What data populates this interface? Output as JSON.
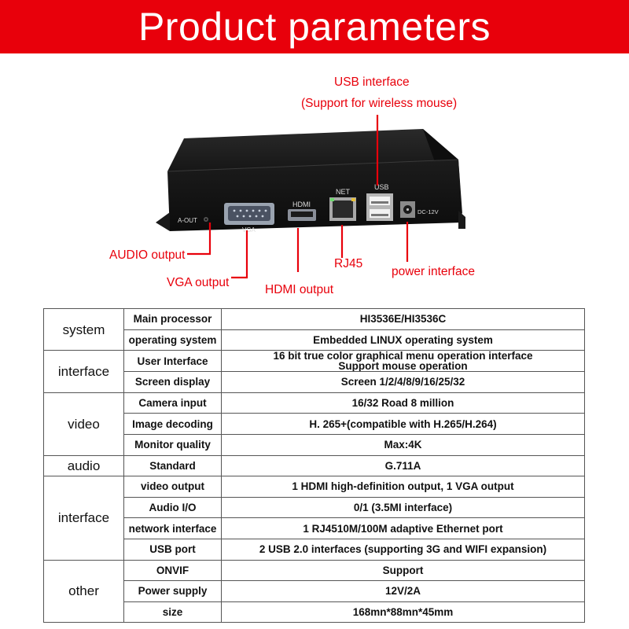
{
  "banner": {
    "title": "Product parameters"
  },
  "device": {
    "labels": {
      "a_out": "A-OUT",
      "vga": "VGA",
      "hdmi": "HDMI",
      "net": "NET",
      "usb": "USB",
      "dc": "DC-12V"
    }
  },
  "callouts": {
    "usb_interface": "USB interface",
    "usb_note": "(Support for wireless mouse)",
    "audio_output": "AUDIO output",
    "vga_output": "VGA output",
    "hdmi_output": "HDMI output",
    "rj45": "RJ45",
    "power_interface": "power interface"
  },
  "colors": {
    "accent": "#e8000b",
    "border": "#555555"
  },
  "spec_table": {
    "groups": [
      {
        "category": "system",
        "rows": [
          {
            "param": "Main processor",
            "value": [
              "HI3536E/HI3536C"
            ]
          },
          {
            "param": "operating system",
            "value": [
              "Embedded LINUX operating system"
            ]
          }
        ]
      },
      {
        "category": "interface",
        "rows": [
          {
            "param": "User Interface",
            "value": [
              "16 bit true color graphical menu operation interface",
              "Support mouse operation"
            ]
          },
          {
            "param": "Screen display",
            "value": [
              "Screen 1/2/4/8/9/16/25/32"
            ]
          }
        ]
      },
      {
        "category": "video",
        "rows": [
          {
            "param": "Camera input",
            "value": [
              "16/32 Road 8 million"
            ]
          },
          {
            "param": "Image decoding",
            "value": [
              "H. 265+(compatible with H.265/H.264)"
            ]
          },
          {
            "param": "Monitor quality",
            "value": [
              "Max:4K"
            ]
          }
        ]
      },
      {
        "category": "audio",
        "rows": [
          {
            "param": "Standard",
            "value": [
              "G.711A"
            ]
          }
        ]
      },
      {
        "category": "interface",
        "rows": [
          {
            "param": "video output",
            "value": [
              "1 HDMI high-definition output, 1 VGA output"
            ]
          },
          {
            "param": "Audio I/O",
            "value": [
              "0/1 (3.5MI interface)"
            ]
          },
          {
            "param": "network interface",
            "value": [
              "1 RJ4510M/100M adaptive Ethernet port"
            ]
          },
          {
            "param": "USB port",
            "value": [
              "2 USB 2.0 interfaces (supporting 3G and WIFI expansion)"
            ]
          }
        ]
      },
      {
        "category": "other",
        "rows": [
          {
            "param": "ONVIF",
            "value": [
              "Support"
            ]
          },
          {
            "param": "Power supply",
            "value": [
              "12V/2A"
            ]
          },
          {
            "param": "size",
            "value": [
              "168mn*88mn*45mm"
            ]
          }
        ]
      }
    ]
  }
}
